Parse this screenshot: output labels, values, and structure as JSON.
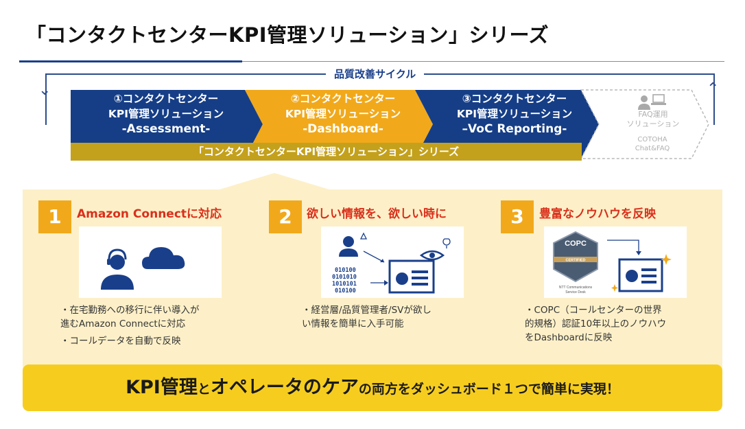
{
  "title": "「コンタクトセンターKPI管理ソリューション」シリーズ",
  "cycle_label": "品質改善サイクル",
  "steps": [
    {
      "line1": "①コンタクトセンター",
      "line2": "KPI管理ソリューション",
      "line3": "-Assessment-"
    },
    {
      "line1": "②コンタクトセンター",
      "line2": "KPI管理ソリューション",
      "line3": "-Dashboard-"
    },
    {
      "line1": "③コンタクトセンター",
      "line2": "KPI管理ソリューション",
      "line3": "–VoC Reporting-"
    }
  ],
  "faq": {
    "line1": "FAQ運用",
    "line2": "ソリューション",
    "sub1": "COTOHA",
    "sub2": "Chat&FAQ"
  },
  "series_bar": "「コンタクトセンターKPI管理ソリューション」シリーズ",
  "features": [
    {
      "number": "1",
      "heading": "Amazon Connectに対応",
      "bullets": [
        "・在宅勤務への移行に伴い導入が",
        "進むAmazon Connectに対応",
        "・コールデータを自動で反映"
      ]
    },
    {
      "number": "2",
      "heading": "欲しい情報を、欲しい時に",
      "bullets": [
        "・経営層/品質管理者/SVが欲し",
        "い情報を簡単に入手可能"
      ]
    },
    {
      "number": "3",
      "heading": "豊富なノウハウを反映",
      "bullets": [
        "・COPC（コールセンターの世界",
        "的規格）認証10年以上のノウハウ",
        "をDashboardに反映"
      ]
    }
  ],
  "copc_logo": {
    "name": "COPC",
    "ribbon": "CERTIFIED",
    "line1": "NTT Communications",
    "line2": "Service Desk"
  },
  "binary_rows": [
    "010100",
    "0101010",
    "1010101",
    "010100"
  ],
  "banner": {
    "part1": "KPI管理",
    "part2": "と",
    "part3": "オペレータのケア",
    "part4": "の両方をダッシュボード１つで簡単に実現！"
  },
  "colors": {
    "navy": "#163e87",
    "orange": "#f1a91b",
    "gold": "#c4a11c",
    "cream": "#fdf0c8",
    "red": "#d9301c",
    "yellow": "#f6cd1f"
  }
}
